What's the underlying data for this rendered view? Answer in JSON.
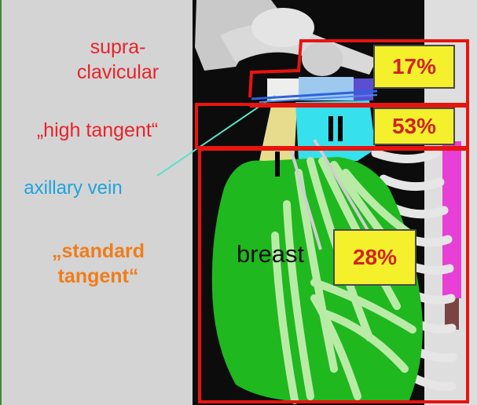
{
  "labels": {
    "supraclavicular_line1": "supra-",
    "supraclavicular_line2": "clavicular",
    "high_tangent": "„high tangent“",
    "axillary_vein": "axillary vein",
    "standard_tangent_line1": "„standard",
    "standard_tangent_line2": "tangent“",
    "breast": "breast"
  },
  "level_markers": {
    "level_one": "I",
    "level_two": "II"
  },
  "percentages": {
    "supraclavicular": "17%",
    "high_tangent": "53%",
    "standard_tangent": "28%"
  },
  "colors": {
    "field_outline": "#e8140f",
    "supraclavicular_text": "#e8232a",
    "axillary_vein_text": "#1fa3dd",
    "standard_tangent_text": "#ef7d1a",
    "percent_box": "#f4f02c",
    "percent_text": "#d42222",
    "level_one_region": "#e7dc8e",
    "level_two_region": "#36e0ec",
    "breast_region": "#1fb81f",
    "pectoral_muscle": "#b9eba7"
  }
}
